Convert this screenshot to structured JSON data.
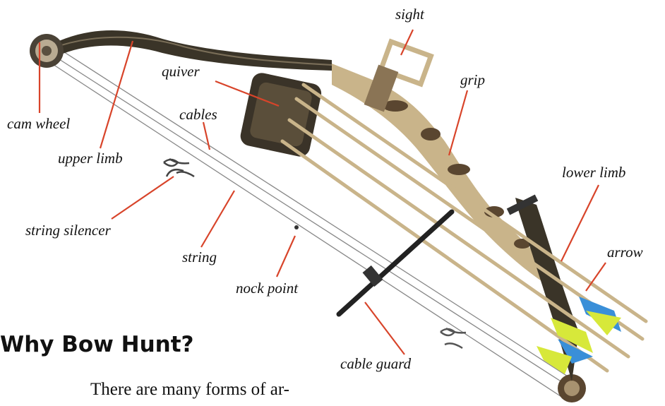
{
  "labels": {
    "sight": "sight",
    "quiver": "quiver",
    "grip": "grip",
    "cam_wheel": "cam wheel",
    "cables": "cables",
    "upper_limb": "upper limb",
    "lower_limb": "lower limb",
    "string_silencer": "string silencer",
    "arrow": "arrow",
    "string": "string",
    "nock_point": "nock point",
    "cable_guard": "cable guard"
  },
  "heading": "Why Bow Hunt?",
  "body_text": "There are many forms of ar-",
  "colors": {
    "leader": "#d8442a",
    "limb": "#3a3428",
    "camo_light": "#c9b48a",
    "camo_dark": "#5a4630",
    "fletch_yellow": "#d7e83a",
    "fletch_blue": "#3a8fd8"
  }
}
